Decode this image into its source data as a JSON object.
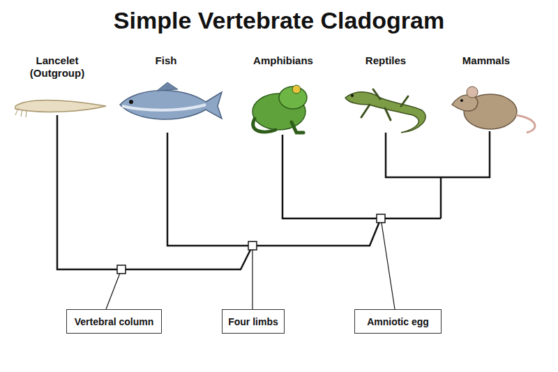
{
  "diagram": {
    "title": "Simple Vertebrate Cladogram",
    "nodes": [
      {
        "text": [
          "Vertebral column"
        ]
      },
      {
        "text": [
          "Four limbs"
        ]
      },
      {
        "text": [
          "Amniotic egg"
        ]
      }
    ],
    "labels": [
      "Lancelet (Outgroup)",
      "Fish",
      "Amphibians",
      "Reptiles",
      "Mammals"
    ]
  }
}
